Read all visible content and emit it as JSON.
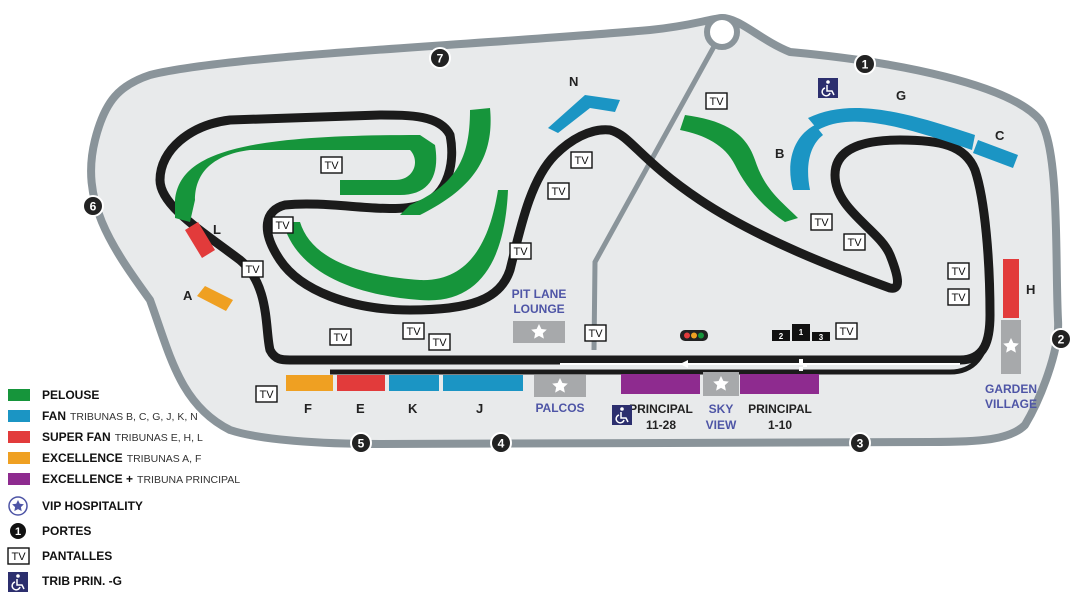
{
  "colors": {
    "pelouse": "#16953b",
    "fan": "#1b95c4",
    "super_fan": "#e23b3b",
    "excellence": "#efa022",
    "excellence_plus": "#8e2b8f",
    "vip": "#4e55a6",
    "track": "#1b1b1b",
    "ground": "#e8eaeb",
    "border": "#8a949a",
    "grey_stand": "#a7a9ab"
  },
  "stands": {
    "A": "A",
    "B": "B",
    "C": "C",
    "E": "E",
    "F": "F",
    "G": "G",
    "H": "H",
    "J": "J",
    "K": "K",
    "L": "L",
    "N": "N"
  },
  "labels": {
    "pit_lane_1": "PIT LANE",
    "pit_lane_2": "LOUNGE",
    "palcos": "PALCOS",
    "principal_left_1": "PRINCIPAL",
    "principal_left_2": "11-28",
    "sky_view_1": "SKY",
    "sky_view_2": "VIEW",
    "principal_right_1": "PRINCIPAL",
    "principal_right_2": "1-10",
    "garden_village_1": "GARDEN",
    "garden_village_2": "VILLAGE",
    "tv": "TV",
    "podium_1": "1",
    "podium_2": "2",
    "podium_3": "3"
  },
  "gates": [
    "1",
    "2",
    "3",
    "4",
    "5",
    "6",
    "7"
  ],
  "legend": [
    {
      "key": "pelouse",
      "label": "PELOUSE",
      "sub": ""
    },
    {
      "key": "fan",
      "label": "FAN",
      "sub": "TRIBUNAS  B, C, G, J, K, N"
    },
    {
      "key": "super_fan",
      "label": "SUPER FAN",
      "sub": "TRIBUNAS  E, H, L"
    },
    {
      "key": "excellence",
      "label": "EXCELLENCE",
      "sub": "TRIBUNAS  A, F"
    },
    {
      "key": "excellence_plus",
      "label": "EXCELLENCE +",
      "sub": "TRIBUNA PRINCIPAL"
    },
    {
      "key": "vip",
      "label": "VIP HOSPITALITY",
      "sub": ""
    },
    {
      "key": "gates",
      "label": "PORTES",
      "sub": ""
    },
    {
      "key": "screens",
      "label": "PANTALLES",
      "sub": ""
    },
    {
      "key": "accessible",
      "label": "TRIB PRIN. -G",
      "sub": ""
    }
  ],
  "icons": {
    "vip": "star-icon",
    "accessible": "wheelchair-icon",
    "traffic_light": "traffic-light-icon",
    "podium": "podium-icon",
    "arrow": "arrow-left-icon",
    "finish": "checkered-flag-icon"
  }
}
